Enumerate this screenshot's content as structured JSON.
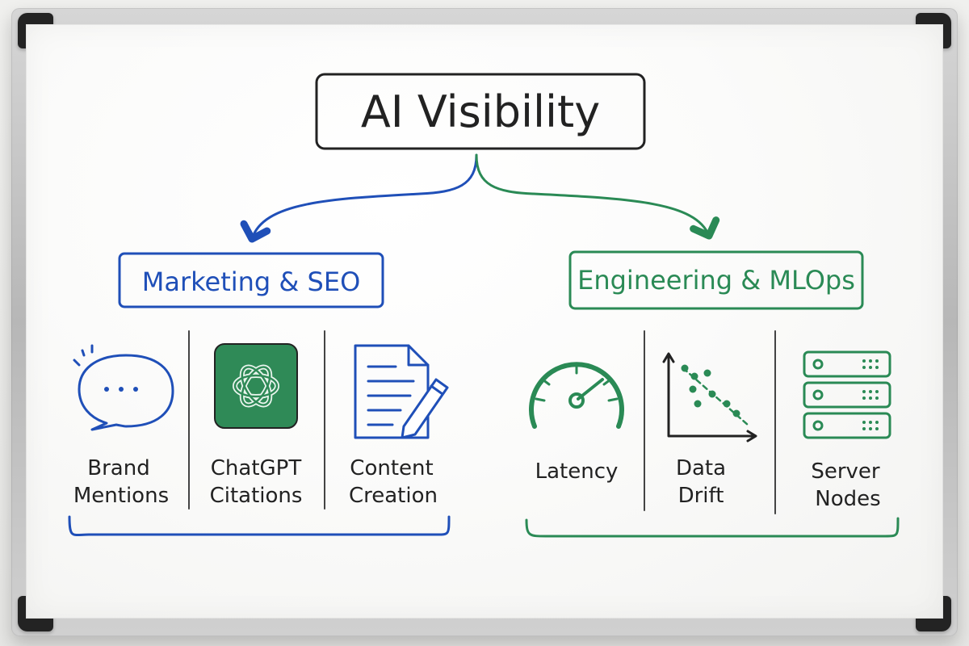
{
  "title": "AI Visibility",
  "branches": [
    {
      "label": "Marketing & SEO",
      "color": "#1f4fb8",
      "items": [
        {
          "icon": "chat-bubble-icon",
          "lines": [
            "Brand",
            "Mentions"
          ]
        },
        {
          "icon": "chatgpt-logo-icon",
          "lines": [
            "ChatGPT",
            "Citations"
          ]
        },
        {
          "icon": "document-pencil-icon",
          "lines": [
            "Content",
            "Creation"
          ]
        }
      ]
    },
    {
      "label": "Engineering & MLOps",
      "color": "#2a8a55",
      "items": [
        {
          "icon": "speedometer-icon",
          "lines": [
            "Latency"
          ]
        },
        {
          "icon": "scatter-plot-icon",
          "lines": [
            "Data",
            "Drift"
          ]
        },
        {
          "icon": "server-stack-icon",
          "lines": [
            "Server",
            "Nodes"
          ]
        }
      ]
    }
  ],
  "colors": {
    "ink": "#222222",
    "blue": "#1f4fb8",
    "green": "#2a8a55",
    "chatgpt_fill": "#2f8a57"
  }
}
